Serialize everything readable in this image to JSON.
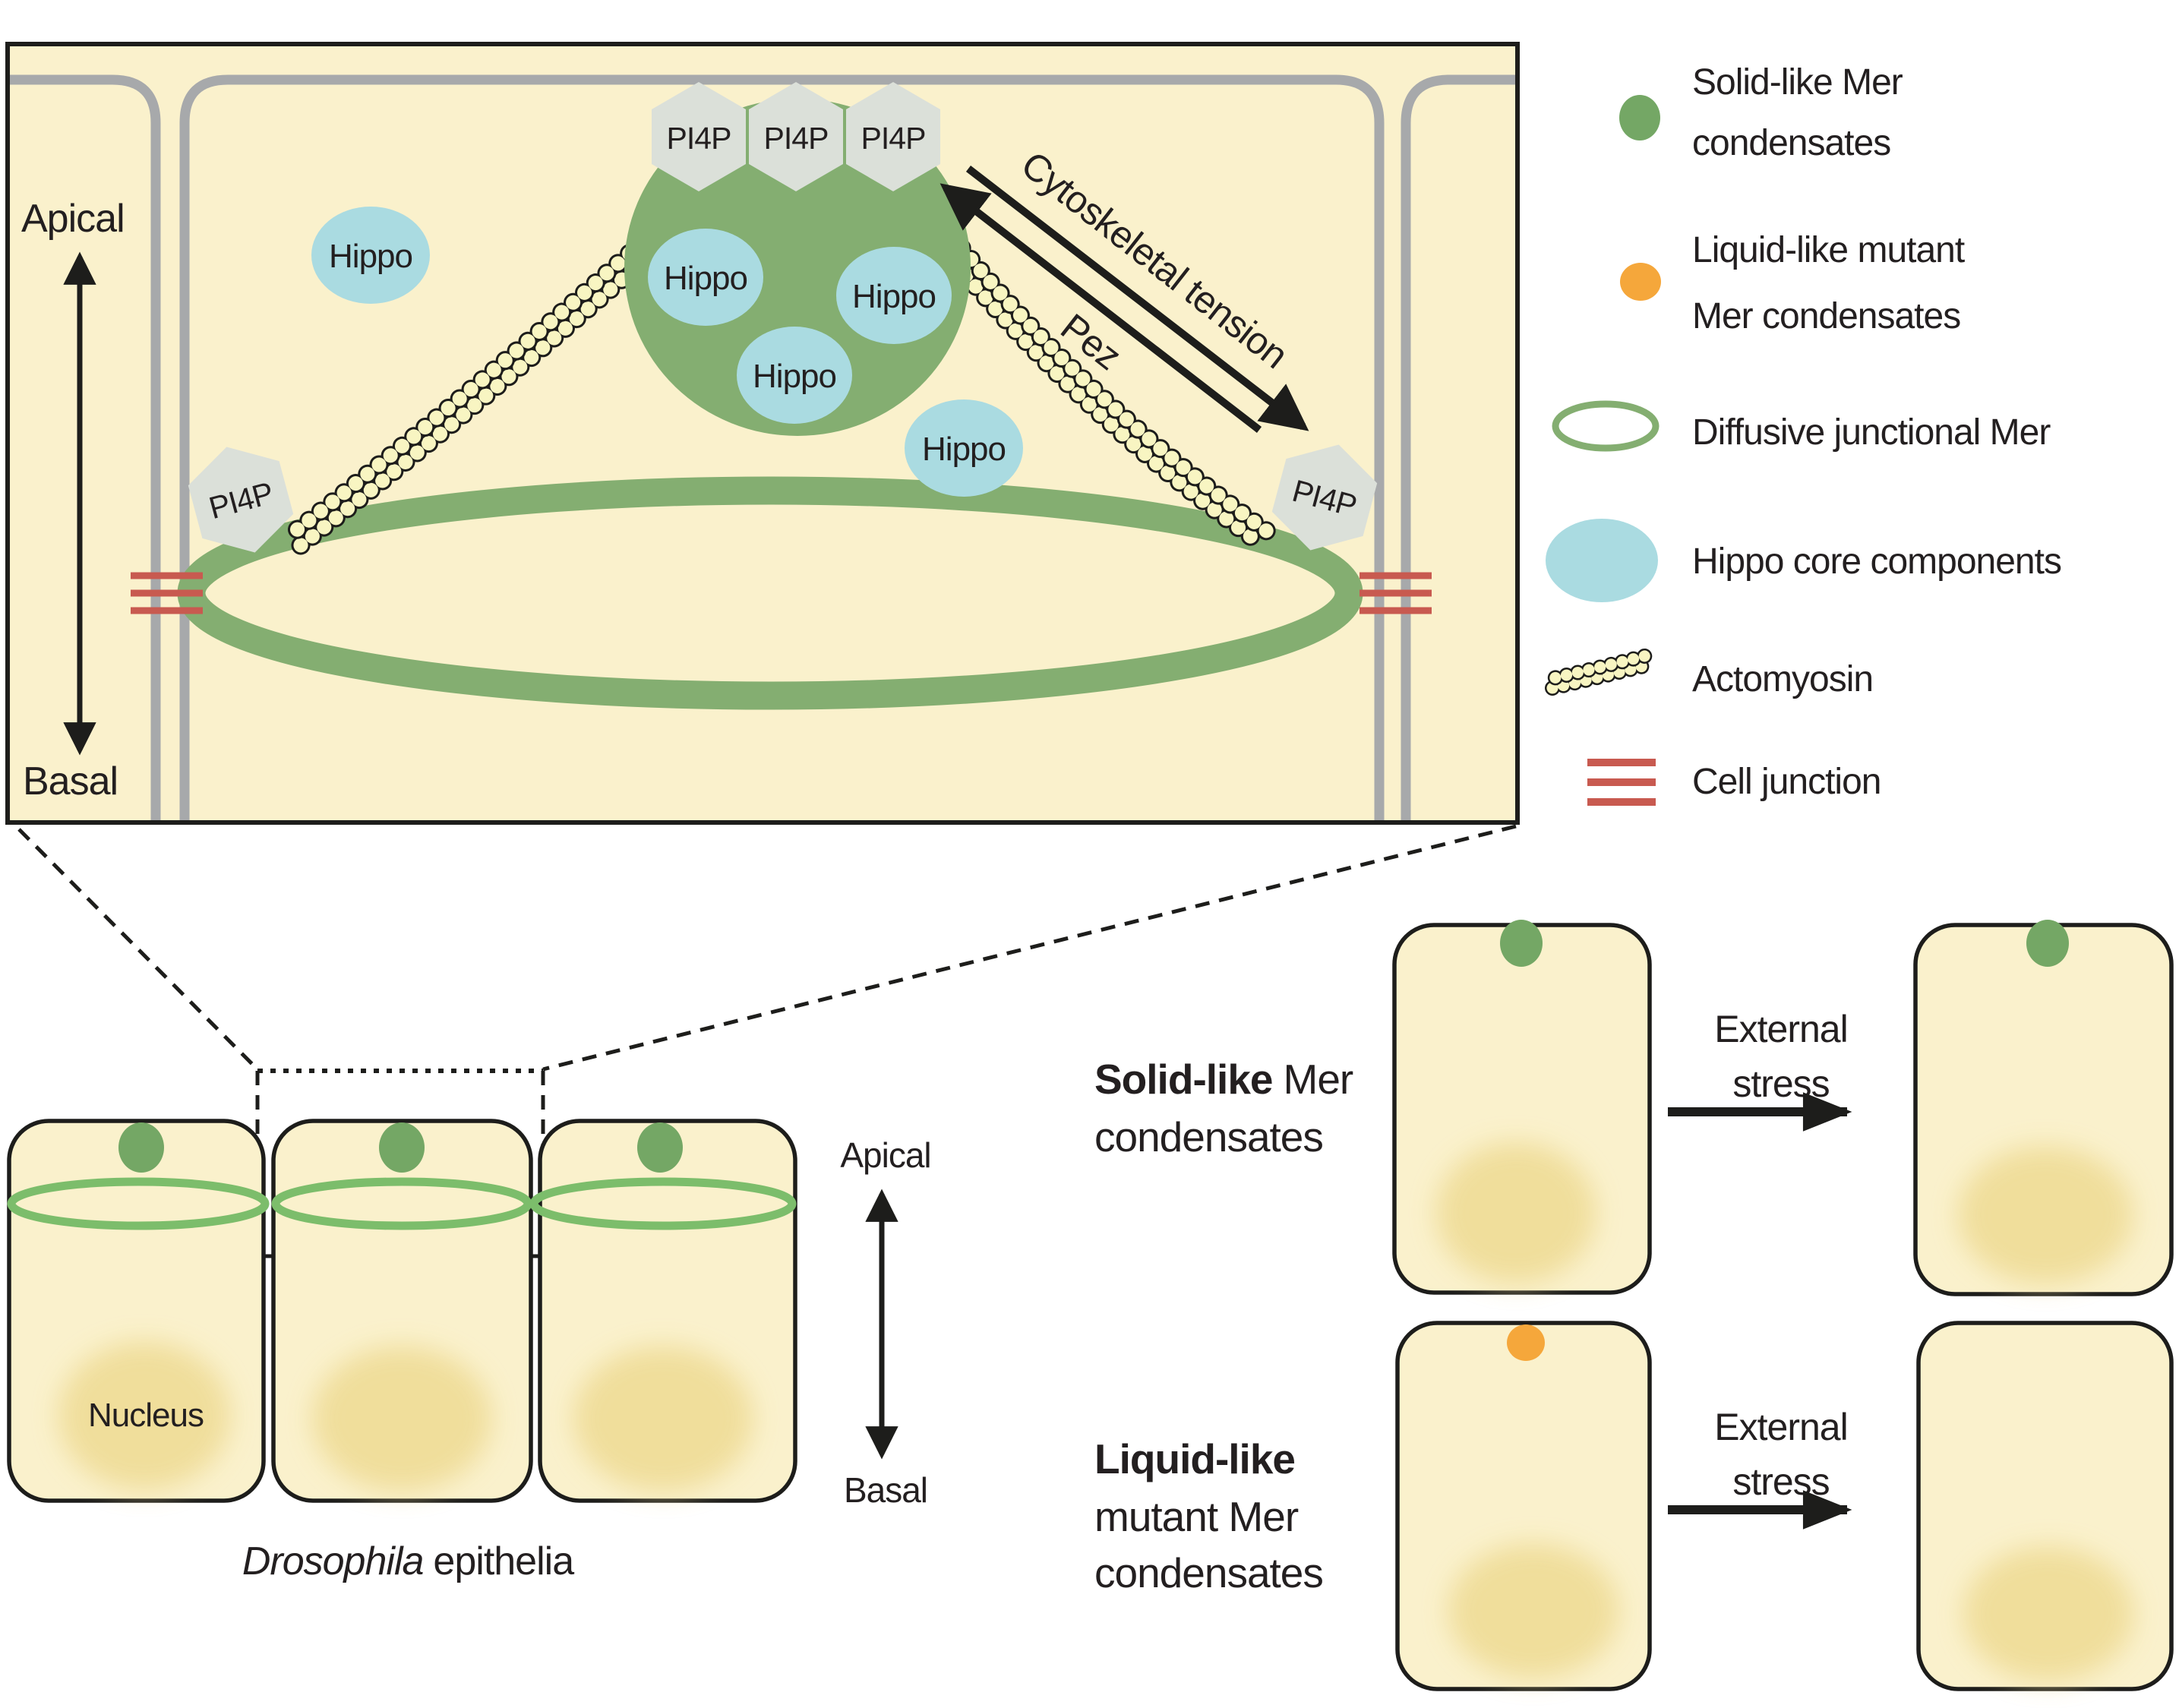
{
  "colors": {
    "background": "#FFFFFF",
    "cytoplasm_cream": "#FAF1CC",
    "condensate_green": "#84AE71",
    "condensate_dot_green": "#74A765",
    "mutant_orange": "#F5A73B",
    "hippo_blue": "#AADBE1",
    "pi4p_gray": "#DBE0D9",
    "membrane_gray": "#A7A9AB",
    "junction_red": "#C85A50",
    "actomyosin_yellow": "#F8F5C2",
    "nucleus_yellow": "#EFDC96",
    "epithelia_ring_green": "#7CBD6B",
    "line_black": "#1D1D1B"
  },
  "top_panel": {
    "apical": "Apical",
    "basal": "Basal",
    "pi4p_top": [
      "PI4P",
      "PI4P",
      "PI4P"
    ],
    "pi4p_left": "PI4P",
    "pi4p_right": "PI4P",
    "hippo_condensate": [
      "Hippo",
      "Hippo",
      "Hippo"
    ],
    "hippo_free": [
      "Hippo",
      "Hippo"
    ],
    "tension_label": "Cytoskeletal tension",
    "pez_label": "Pez"
  },
  "legend": {
    "items": [
      {
        "lines": [
          "Solid-like Mer",
          "condensates"
        ]
      },
      {
        "lines": [
          "Liquid-like mutant",
          "Mer condensates"
        ]
      },
      {
        "lines": [
          "Diffusive junctional Mer"
        ]
      },
      {
        "lines": [
          "Hippo core components"
        ]
      },
      {
        "lines": [
          "Actomyosin"
        ]
      },
      {
        "lines": [
          "Cell junction"
        ]
      }
    ]
  },
  "epithelia": {
    "nucleus_label": "Nucleus",
    "apical": "Apical",
    "basal": "Basal",
    "caption_italic": "Drosophila",
    "caption_rest": "epithelia"
  },
  "stress_rows": [
    {
      "line1_bold": "Solid-like",
      "line1_rest": "Mer",
      "line2": "condensates",
      "line3": "",
      "arrow_line1": "External",
      "arrow_line2": "stress"
    },
    {
      "line1_bold": "Liquid-like",
      "line1_rest": "",
      "line2": "mutant Mer",
      "line3": "condensates",
      "arrow_line1": "External",
      "arrow_line2": "stress"
    }
  ]
}
